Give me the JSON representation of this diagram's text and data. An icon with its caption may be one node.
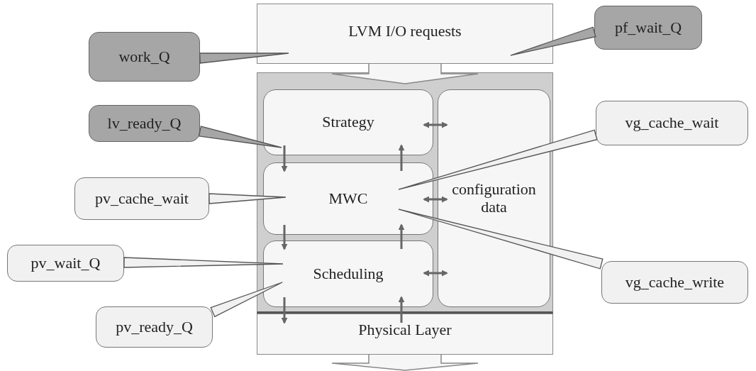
{
  "diagram": {
    "nodes": [
      {
        "text": [
          "LVM I/O requests"
        ]
      },
      {
        "text": [],
        "shape": "box"
      },
      {
        "text": [
          "Strategy"
        ],
        "in": 1
      },
      {
        "text": [
          "MWC"
        ],
        "in": 1
      },
      {
        "text": [
          "Scheduling"
        ],
        "in": 1
      },
      {
        "text": [
          "configuration data"
        ],
        "in": 1
      },
      {
        "text": [
          "Physical Layer"
        ]
      },
      {
        "text": [
          "work_Q"
        ]
      },
      {
        "text": [
          "pf_wait_Q"
        ]
      },
      {
        "text": [
          "lv_ready_Q"
        ]
      },
      {
        "text": [
          "pv_cache_wait"
        ]
      },
      {
        "text": [
          "pv_wait_Q"
        ]
      },
      {
        "text": [
          "pv_ready_Q"
        ]
      },
      {
        "text": [
          "vg_cache_wait"
        ]
      },
      {
        "text": [
          "vg_cache_write"
        ]
      }
    ],
    "edges": [
      {
        "from": 7,
        "to": 0,
        "arrow": "none"
      },
      {
        "from": 8,
        "to": 0,
        "arrow": "none"
      },
      {
        "from": 9,
        "to": 2,
        "arrow": "none"
      },
      {
        "from": 10,
        "to": 3,
        "arrow": "none"
      },
      {
        "from": 11,
        "to": 4,
        "arrow": "none"
      },
      {
        "from": 12,
        "to": 4,
        "arrow": "none"
      },
      {
        "from": 13,
        "to": 3,
        "arrow": "none"
      },
      {
        "from": 14,
        "to": 3,
        "arrow": "none"
      },
      {
        "from": 0,
        "to": 1,
        "arrow": "to"
      },
      {
        "from": 6,
        "to": null,
        "arrow": "to"
      },
      {
        "from": 2,
        "to": 3,
        "arrow": "to"
      },
      {
        "from": 3,
        "to": 2,
        "arrow": "to"
      },
      {
        "from": 3,
        "to": 4,
        "arrow": "to"
      },
      {
        "from": 4,
        "to": 3,
        "arrow": "to"
      },
      {
        "from": 4,
        "to": 6,
        "arrow": "to"
      },
      {
        "from": 6,
        "to": 4,
        "arrow": "to"
      },
      {
        "from": 2,
        "to": 5,
        "arrow": "both"
      },
      {
        "from": 3,
        "to": 5,
        "arrow": "both"
      },
      {
        "from": 4,
        "to": 5,
        "arrow": "both"
      }
    ]
  }
}
